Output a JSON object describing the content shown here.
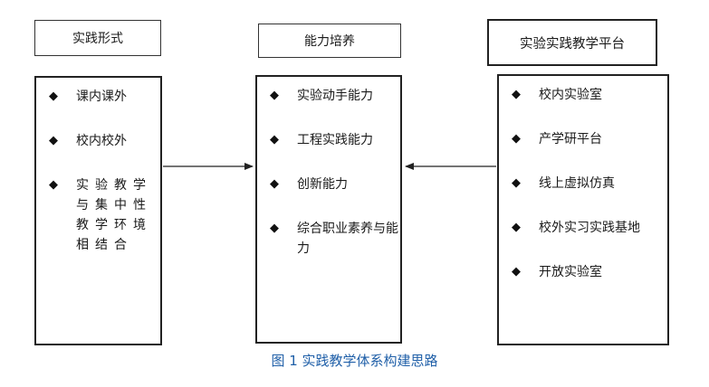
{
  "headers": {
    "left": "实践形式",
    "middle": "能力培养",
    "right": "实验实践教学平台"
  },
  "columns": {
    "left": {
      "items": [
        "课内课外",
        "校内校外",
        "实验教学与集中性教学环境相结合"
      ]
    },
    "middle": {
      "items": [
        "实验动手能力",
        "工程实践能力",
        "创新能力",
        "综合职业素养与能力"
      ]
    },
    "right": {
      "items": [
        "校内实验室",
        "产学研平台",
        "线上虚拟仿真",
        "校外实习实践基地",
        "开放实验室"
      ]
    }
  },
  "bullet_symbol": "◆",
  "caption": "图 1  实践教学体系构建思路",
  "colors": {
    "caption": "#1f5fa8",
    "border": "#222222"
  }
}
